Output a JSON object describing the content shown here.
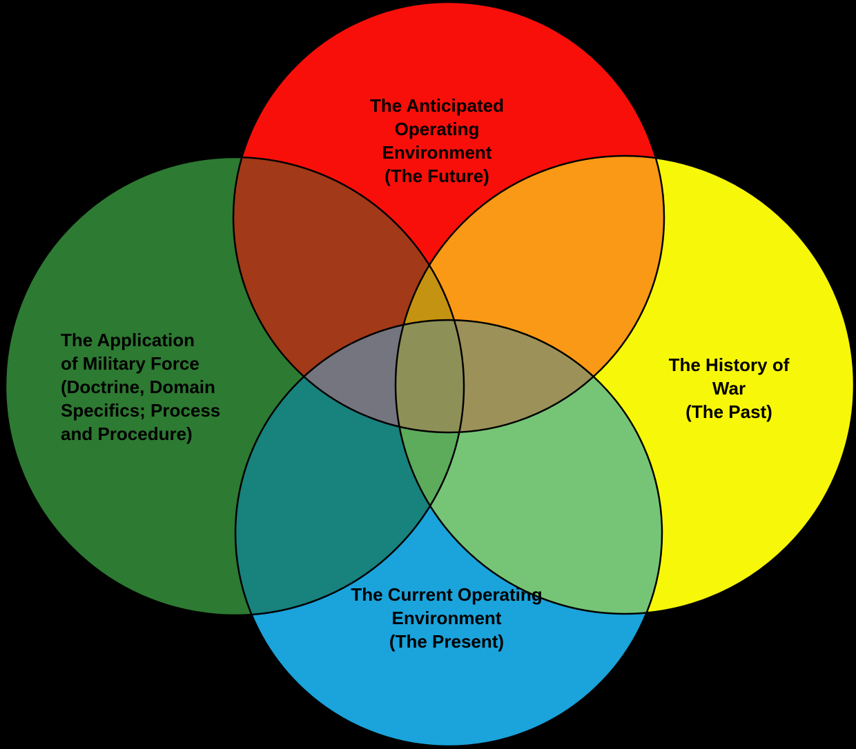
{
  "diagram": {
    "type": "venn",
    "background": "#000000",
    "stroke_color": "#000000",
    "circles": [
      {
        "id": "future",
        "position": "top",
        "label": "The Anticipated\nOperating\nEnvironment\n(The Future)",
        "color": "#F90F0A"
      },
      {
        "id": "application",
        "position": "left",
        "label": "The Application\nof Military Force\n(Doctrine, Domain\nSpecifics; Process\nand Procedure)",
        "color": "#2D7A32"
      },
      {
        "id": "history",
        "position": "right",
        "label": "The History of\nWar\n(The Past)",
        "color": "#F7F70A"
      },
      {
        "id": "current",
        "position": "bottom",
        "label": "The Current Operating\nEnvironment\n(The Present)",
        "color": "#1BA3DB"
      }
    ],
    "overlaps": {
      "future_application": "#A23918",
      "future_history": "#F99915",
      "application_current": "#18827D",
      "history_current": "#76C577",
      "future_application_history": "#C59312",
      "future_application_current": "#74757E",
      "future_history_current": "#9C9159",
      "application_history_current": "#5CAC5C",
      "all_four": "#8E9157"
    }
  }
}
